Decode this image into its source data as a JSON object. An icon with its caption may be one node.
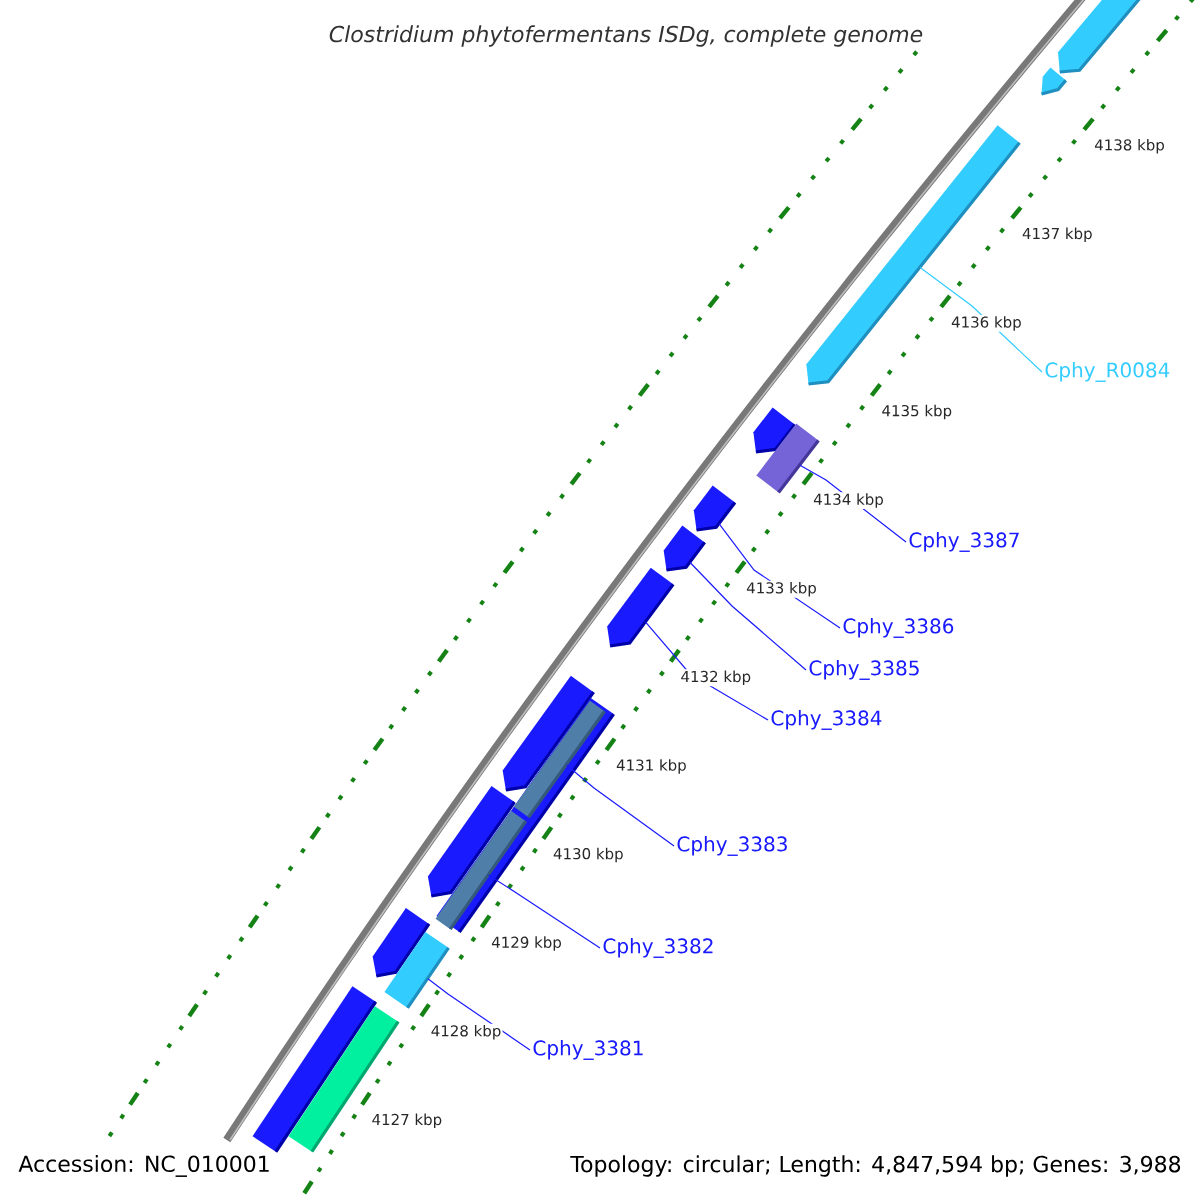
{
  "diagram": {
    "title": "Clostridium phytofermentans ISDg, complete genome",
    "nodes": [
      {
        "text": [],
        "shape": "arrow"
      },
      {
        "text": [],
        "shape": "arrow"
      },
      {
        "text": [],
        "shape": "arrow"
      },
      {
        "text": [
          "Cphy_R0084"
        ]
      },
      {
        "text": [],
        "shape": "arrow"
      },
      {
        "text": [],
        "shape": "box"
      },
      {
        "text": [
          "Cphy_3387"
        ]
      },
      {
        "text": [],
        "shape": "arrow"
      },
      {
        "text": [],
        "shape": "arrow"
      },
      {
        "text": [
          "Cphy_3386"
        ]
      },
      {
        "text": [
          "Cphy_3385"
        ]
      },
      {
        "text": [],
        "shape": "arrow"
      },
      {
        "text": [
          "Cphy_3384"
        ]
      },
      {
        "text": [],
        "shape": "arrow"
      },
      {
        "text": [],
        "shape": "box"
      },
      {
        "text": [],
        "shape": "box",
        "in": 14
      },
      {
        "text": [],
        "shape": "box",
        "in": 14
      },
      {
        "text": [
          "Cphy_3383"
        ]
      },
      {
        "text": [],
        "shape": "arrow"
      },
      {
        "text": [
          "Cphy_3382"
        ]
      },
      {
        "text": [],
        "shape": "arrow"
      },
      {
        "text": [],
        "shape": "box"
      },
      {
        "text": [
          "Cphy_3381"
        ]
      },
      {
        "text": [],
        "shape": "box"
      },
      {
        "text": [],
        "shape": "box"
      }
    ],
    "edges": [
      {
        "from": 3,
        "to": 2,
        "arrow": "none",
        "color": "#33ccff"
      },
      {
        "from": 6,
        "to": 5,
        "arrow": "none"
      },
      {
        "from": 9,
        "to": 7,
        "arrow": "none"
      },
      {
        "from": 10,
        "to": 8,
        "arrow": "none"
      },
      {
        "from": 12,
        "to": 11,
        "arrow": "none"
      },
      {
        "from": 17,
        "to": 15,
        "arrow": "none"
      },
      {
        "from": 19,
        "to": 16,
        "arrow": "none"
      },
      {
        "from": 22,
        "to": 21,
        "arrow": "none"
      }
    ],
    "labels": [
      "4138 kbp",
      "4137 kbp",
      "4136 kbp",
      "4135 kbp",
      "4134 kbp",
      "4133 kbp",
      "4132 kbp",
      "4131 kbp",
      "4130 kbp",
      "4129 kbp",
      "4128 kbp",
      "4127 kbp",
      "Accession: NC_010001",
      "Topology: circular; Length: 4,847,594 bp; Genes: 3,988"
    ]
  }
}
